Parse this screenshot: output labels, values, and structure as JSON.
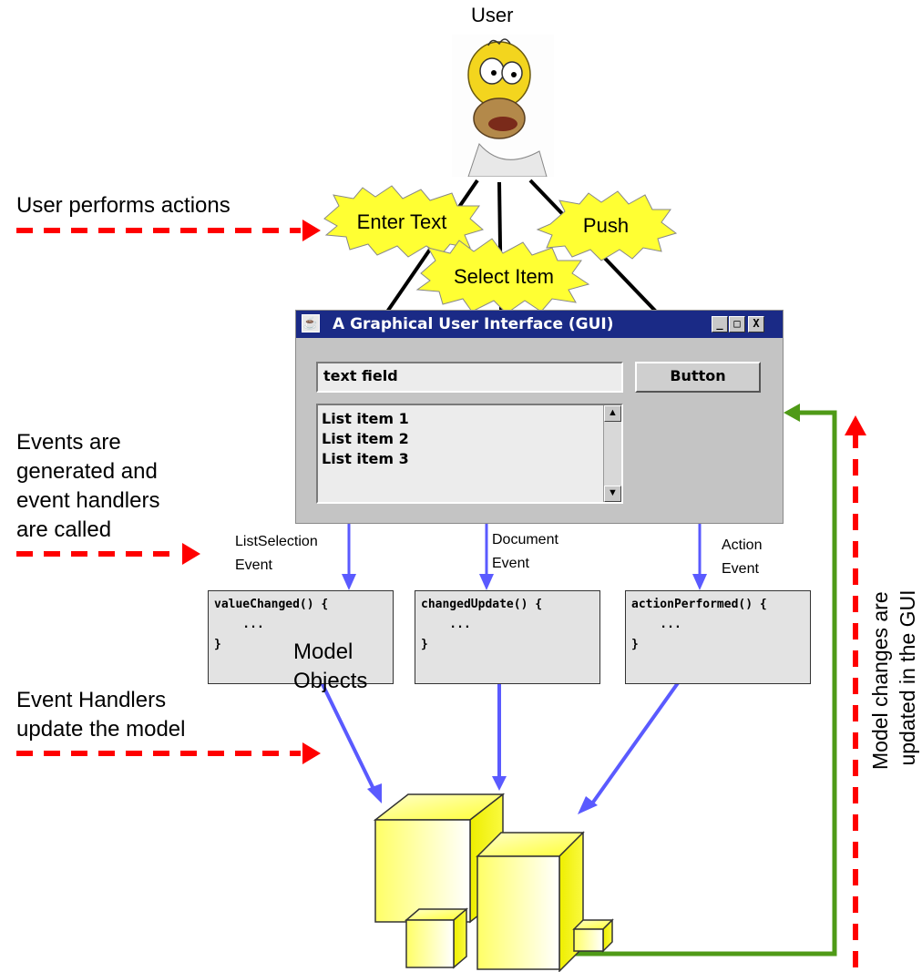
{
  "user_label": "User",
  "notes": {
    "actions": "User performs actions",
    "events": [
      "Events are",
      "generated and",
      "event handlers",
      "are called"
    ],
    "handlers": [
      "Event Handlers",
      "update the model"
    ],
    "model_changes": [
      "Model changes are",
      "updated in the GUI"
    ]
  },
  "actions": {
    "enter_text": "Enter Text",
    "select_item": "Select Item",
    "push": "Push"
  },
  "gui": {
    "title": "A Graphical User Interface (GUI)",
    "minimize": "_",
    "maximize": "□",
    "close": "X",
    "text_field": "text field",
    "button": "Button",
    "list_items": [
      "List item 1",
      "List item 2",
      "List item 3"
    ]
  },
  "events": {
    "list_selection": [
      "ListSelection",
      "Event"
    ],
    "document": [
      "Document",
      "Event"
    ],
    "action": [
      "Action",
      "Event"
    ]
  },
  "handlers": {
    "value_changed": [
      "valueChanged() {",
      "    ...",
      "}"
    ],
    "changed_update": [
      "changedUpdate() {",
      "    ...",
      "}"
    ],
    "action_performed": [
      "actionPerformed() {",
      "    ...",
      "}"
    ]
  },
  "model": [
    "Model",
    "Objects"
  ],
  "colors": {
    "dashed_arrow": "#ff0000",
    "event_arrow": "#5a5aff",
    "update_arrow": "#4f9a17",
    "burst_fill": "#ffff33",
    "title_bar": "#1a2a86"
  }
}
